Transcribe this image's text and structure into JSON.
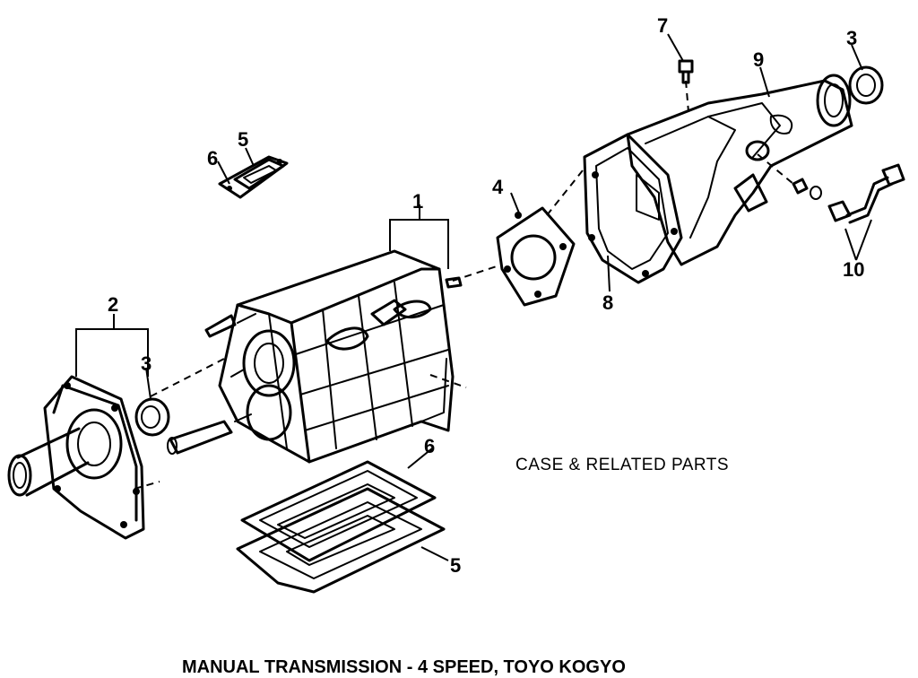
{
  "diagram": {
    "title": "MANUAL TRANSMISSION - 4 SPEED, TOYO KOGYO",
    "caption": "CASE & RELATED PARTS"
  },
  "callouts": {
    "case": "1",
    "front_bearing_retainer": "2",
    "seal_front": "3",
    "seal_rear": "3",
    "gasket_intermediate": "4",
    "top_cover_upper": "5",
    "bottom_cover": "5",
    "top_gasket_upper": "6",
    "bottom_gasket": "6",
    "vent_plug": "7",
    "extension_gasket": "8",
    "extension_housing": "9",
    "speedometer_parts": "10"
  }
}
